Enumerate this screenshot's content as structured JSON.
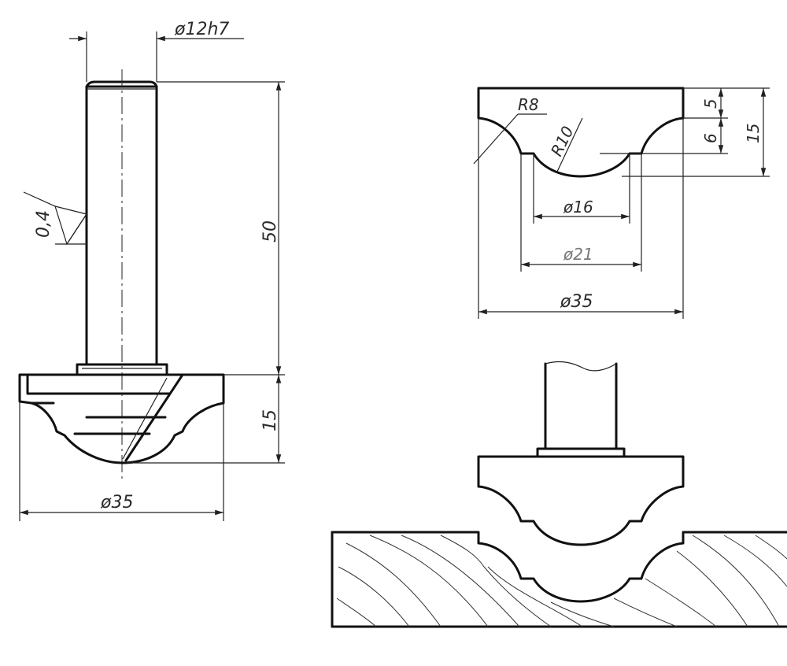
{
  "drawing": {
    "router_bit_view": {
      "shank_diameter": "ø12h7",
      "overall_length": "50",
      "cutter_height": "15",
      "cutter_diameter": "ø35",
      "surface_roughness": "0,4"
    },
    "profile_detail": {
      "radius_small": "R8",
      "radius_large": "R10",
      "step_top": "5",
      "step_bottom": "6",
      "profile_height": "15",
      "inner_diameter": "ø16",
      "middle_diameter": "ø21",
      "outer_diameter": "ø35"
    }
  }
}
